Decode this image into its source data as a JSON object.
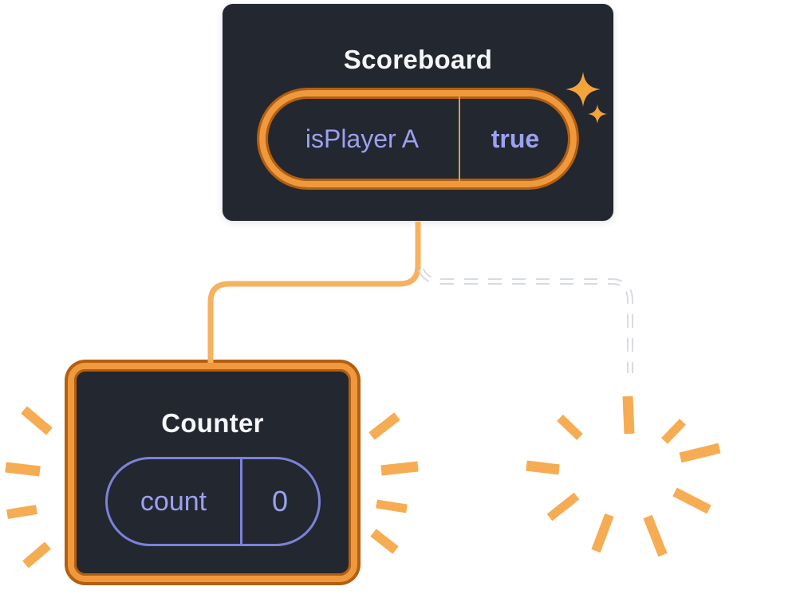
{
  "scoreboard": {
    "title": "Scoreboard",
    "state": {
      "key": "isPlayer A",
      "value": "true"
    }
  },
  "counter": {
    "title": "Counter",
    "state": {
      "key": "count",
      "value": "0"
    }
  },
  "icons": {
    "sparkle": "sparkle-icon",
    "counter_rays": "highlight-rays-icon",
    "poof": "poof-burst-icon",
    "kept_connector": "solid-connector-line",
    "removed_connector": "dashed-connector-line"
  },
  "colors": {
    "card_background": "#23272F",
    "highlight_orange": "#F0993C",
    "highlight_orange_dark": "#B35F10",
    "connector_orange": "#F6B161",
    "ray_orange": "#F6AC53",
    "sparkle_orange": "#F5A43B",
    "state_text_purple": "#9CA1F1",
    "pill_border_purple": "#7C82D9",
    "divider_orange": "#DD9C45",
    "title_white": "#F6F7F9"
  }
}
